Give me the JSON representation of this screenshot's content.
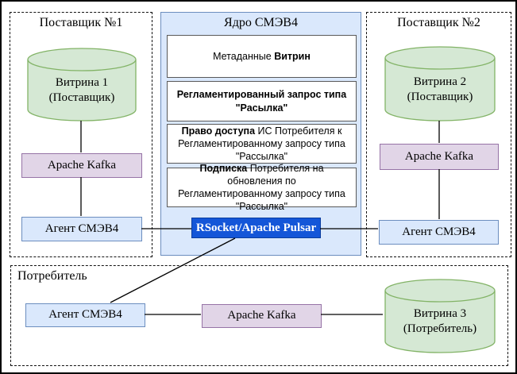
{
  "colors": {
    "green_fill": "#d5e8d4",
    "green_stroke": "#82b366",
    "purple_fill": "#e1d5e7",
    "purple_stroke": "#9673a6",
    "blue_fill": "#dae8fc",
    "blue_stroke": "#6c8ebf",
    "bus_fill": "#1456d8",
    "bus_stroke": "#0a3d9e",
    "line_color": "#000000"
  },
  "provider1": {
    "title": "Поставщик №1",
    "datastore_line1": "Витрина 1",
    "datastore_line2": "(Поставщик)",
    "kafka": "Apache Kafka",
    "agent": "Агент СМЭВ4"
  },
  "provider2": {
    "title": "Поставщик №2",
    "datastore_line1": "Витрина 2",
    "datastore_line2": "(Поставщик)",
    "kafka": "Apache Kafka",
    "agent": "Агент СМЭВ4"
  },
  "consumer": {
    "title": "Потребитель",
    "agent": "Агент СМЭВ4",
    "kafka": "Apache Kafka",
    "datastore_line1": "Витрина 3",
    "datastore_line2": "(Потребитель)"
  },
  "core": {
    "title": "Ядро СМЭВ4",
    "items": [
      {
        "segments": [
          {
            "t": "Метаданные ",
            "b": false
          },
          {
            "t": "Витрин",
            "b": true
          }
        ]
      },
      {
        "segments": [
          {
            "t": "Регламентированный запрос типа \"Расылка\"",
            "b": true
          }
        ]
      },
      {
        "segments": [
          {
            "t": "Право доступа",
            "b": true
          },
          {
            "t": " ИС Потребителя к Регламентированному запросу типа \"Рассылка\"",
            "b": false
          }
        ]
      },
      {
        "segments": [
          {
            "t": "Подписка",
            "b": true
          },
          {
            "t": " Потребителя на обновления по Регламентированному запросу типа \"Рассылка\"",
            "b": false
          }
        ]
      }
    ],
    "bus": "RSocket/Apache Pulsar"
  }
}
